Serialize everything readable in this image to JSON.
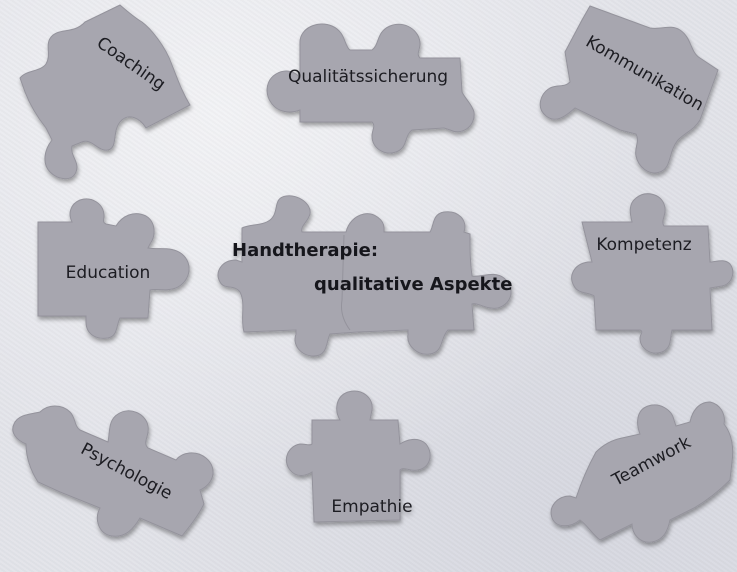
{
  "center": {
    "line1": "Handtherapie:",
    "line2": "qualitative Aspekte"
  },
  "pieces": {
    "coaching": "Coaching",
    "quality": "Qualitätssicherung",
    "communication": "Kommunikation",
    "education": "Education",
    "competence": "Kompetenz",
    "psychology": "Psychologie",
    "empathy": "Empathie",
    "teamwork": "Teamwork"
  },
  "colors": {
    "background": "#e2e3e9",
    "piece": "#a7a6af",
    "text": "#1d1d22"
  }
}
